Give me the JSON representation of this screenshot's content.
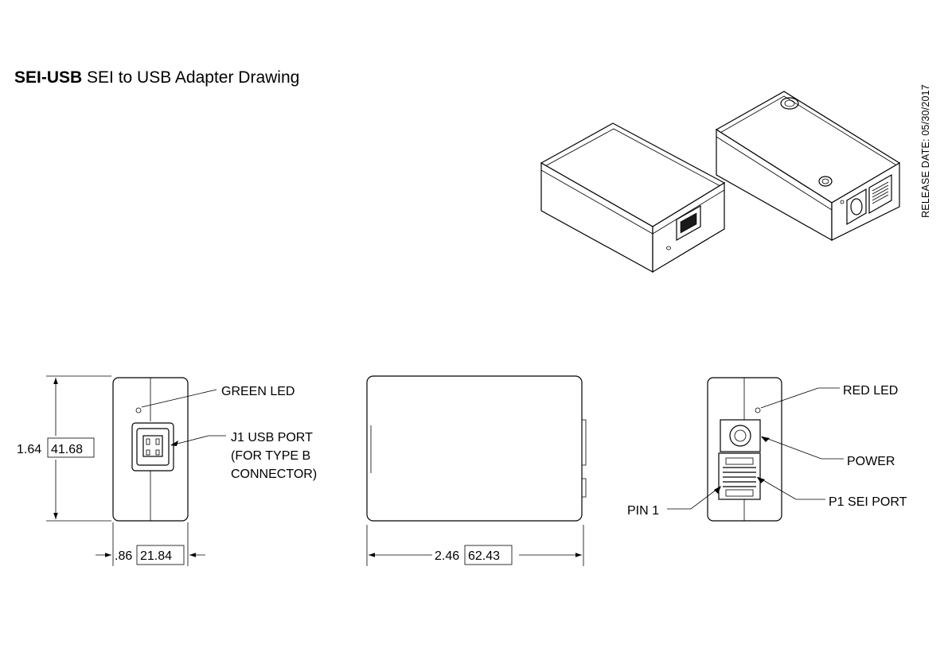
{
  "title": {
    "bold": "SEI-USB",
    "rest": " SEI to USB Adapter Drawing"
  },
  "release_date": "RELEASE DATE: 05/30/2017",
  "callouts": {
    "green_led": "GREEN LED",
    "j1_line1": "J1 USB PORT",
    "j1_line2": "(FOR TYPE B",
    "j1_line3": "CONNECTOR)",
    "red_led": "RED LED",
    "power": "POWER",
    "pin1": "PIN 1",
    "p1": "P1 SEI PORT"
  },
  "dimensions": {
    "height_in": "1.64",
    "height_mm": "41.68",
    "width_in": ".86",
    "width_mm": "21.84",
    "length_in": "2.46",
    "length_mm": "62.43"
  }
}
